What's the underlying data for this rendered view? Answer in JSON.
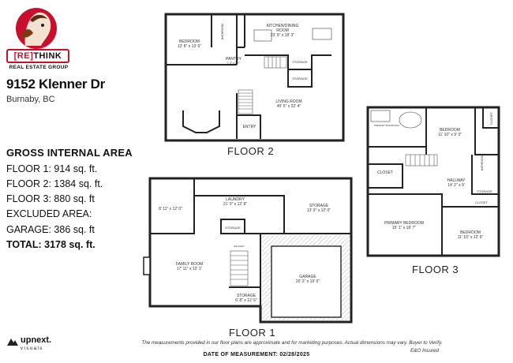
{
  "brand": {
    "logo_re": "[RE]",
    "logo_think": "THINK",
    "logo_sub": "REAL ESTATE GROUP"
  },
  "address": "9152 Klenner Dr",
  "city": "Burnaby, BC",
  "area": {
    "heading": "GROSS INTERNAL AREA",
    "floor1": "FLOOR 1: 914 sq. ft.",
    "floor2": "FLOOR 2: 1384 sq. ft.",
    "floor3": "FLOOR 3: 880 sq. ft",
    "excluded": "EXCLUDED AREA:",
    "garage": "GARAGE: 386 sq. ft",
    "total": "TOTAL: 3178 sq. ft."
  },
  "floor_labels": {
    "floor1": "FLOOR 1",
    "floor2": "FLOOR 2",
    "floor3": "FLOOR 3"
  },
  "rooms": {
    "f2_bedroom": "BEDROOM",
    "f2_bedroom_dim": "13' 8\" x 13' 6\"",
    "f2_bathroom": "BATHROOM",
    "f2_pantry": "PANTRY",
    "f2_pantry_dim": "7' 0\" x 3' 7\"",
    "f2_kitchen": "KITCHEN/DINING",
    "f2_kitchen2": "ROOM",
    "f2_kitchen_dim": "23' 9\" x 18' 3\"",
    "f2_storage1": "STORAGE",
    "f2_storage2": "STORAGE",
    "f2_living": "LIVING ROOM",
    "f2_living_dim": "45' 5\" x 22' 4\"",
    "f2_entry": "ENTRY",
    "f1_room1_dim": "8' 11\" x 12' 0\"",
    "f1_laundry": "LAUNDRY",
    "f1_laundry_dim": "21' 0\" x 12' 8\"",
    "f1_storage1": "STORAGE",
    "f1_storage1_dim": "13' 9\" x 12' 0\"",
    "f1_storage2": "STORAGE",
    "f1_family": "FAMILY ROOM",
    "f1_family_dim": "17' 11\" x 13' 1\"",
    "f1_hallway": "HALLWAY",
    "f1_garage": "GARAGE",
    "f1_garage_dim": "20' 2\" x 19' 6\"",
    "f1_storage3": "STORAGE",
    "f1_storage3_dim": "6' 8\" x 12' 6\"",
    "f3_primary_bath": "PRIMARY BATHROOM",
    "f3_bedroom1": "BEDROOM",
    "f3_bedroom1_dim": "11' 10\" x 9' 3\"",
    "f3_closet1": "CLOSET",
    "f3_closet2": "CLOSET",
    "f3_closet3": "CLOSET",
    "f3_hallway": "HALLWAY",
    "f3_hallway_dim": "14' 2\" x 9'",
    "f3_bathroom": "BATHROOM",
    "f3_storage": "STORAGE",
    "f3_primary": "PRIMARY BEDROOM",
    "f3_primary_dim": "15' 1\" x 18' 7\"",
    "f3_bedroom2": "BEDROOM",
    "f3_bedroom2_dim": "11' 10\" x 12' 6\""
  },
  "footer": {
    "upnext": "upnext.",
    "upnext_sub": "visuals",
    "disclaimer": "The measurements provided in our floor plans are approximate and for marketing purposes. Actual dimensions may vary. Buyer to Verify.",
    "eo": "E&O Insured",
    "measure_label": "DATE OF MEASUREMENT: 02/28/2025"
  },
  "colors": {
    "brand_red": "#c8102e",
    "wall": "#222222",
    "hatch": "#bdbdbd"
  }
}
